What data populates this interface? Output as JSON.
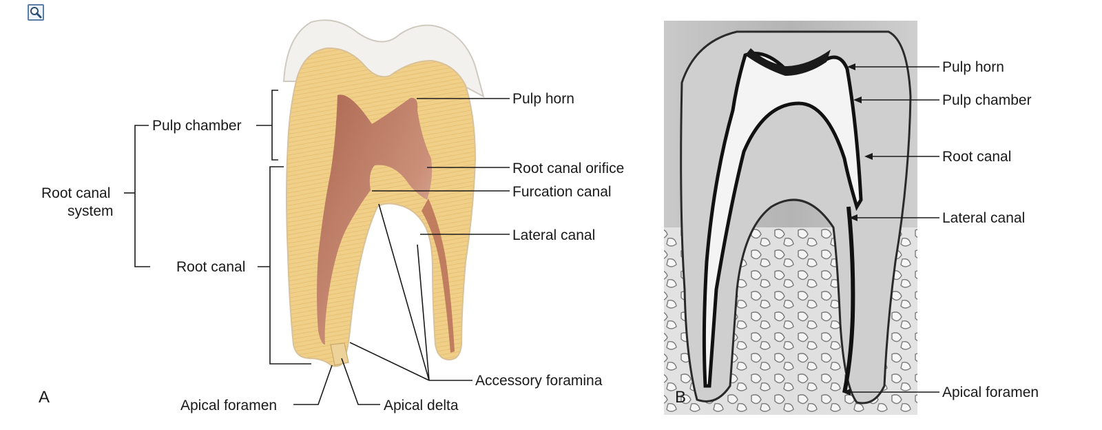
{
  "toolbar": {
    "zoom_icon": "magnifier-icon"
  },
  "panel_a": {
    "letter": "A",
    "labels": {
      "root_canal_system_line1": "Root canal",
      "root_canal_system_line2": "system",
      "pulp_chamber": "Pulp chamber",
      "root_canal": "Root canal",
      "pulp_horn": "Pulp horn",
      "root_canal_orifice": "Root canal orifice",
      "furcation_canal": "Furcation canal",
      "lateral_canal": "Lateral canal",
      "accessory_foramina": "Accessory foramina",
      "apical_foramen": "Apical foramen",
      "apical_delta": "Apical delta"
    }
  },
  "panel_b": {
    "letter": "B",
    "labels": {
      "pulp_horn": "Pulp horn",
      "pulp_chamber": "Pulp chamber",
      "root_canal": "Root canal",
      "lateral_canal": "Lateral canal",
      "apical_foramen": "Apical foramen"
    }
  }
}
